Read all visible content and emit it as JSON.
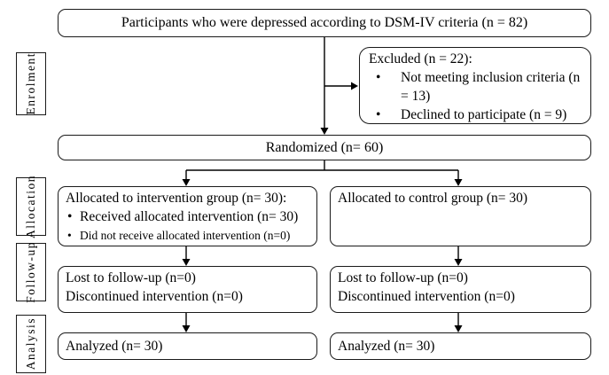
{
  "diagram": {
    "participants_box": "Participants who were depressed according to DSM-IV criteria (n = 82)",
    "excluded": {
      "heading": "Excluded (n = 22):",
      "bullet": "•",
      "items": [
        "Not meeting inclusion criteria (n = 13)",
        "Declined to participate (n = 9)"
      ]
    },
    "randomized_box": "Randomized (n= 60)",
    "stages": {
      "enrolment": "Enrolment",
      "allocation": "Allocation",
      "followup": "Follow-up",
      "analysis": "Analysis"
    },
    "intervention": {
      "title": "Allocated to intervention group (n= 30):",
      "bullet": "•",
      "items": [
        "Received allocated intervention (n= 30)",
        "Did not receive allocated intervention (n=0)"
      ]
    },
    "control": {
      "title": "Allocated to control group (n= 30)"
    },
    "followup_left": {
      "lines": [
        "Lost to follow-up (n=0)",
        "Discontinued intervention (n=0)"
      ]
    },
    "followup_right": {
      "lines": [
        "Lost to follow-up (n=0)",
        "Discontinued intervention (n=0)"
      ]
    },
    "analyzed_left": "Analyzed (n= 30)",
    "analyzed_right": "Analyzed (n= 30)",
    "colors": {
      "border": "#1a1a1a",
      "background": "#ffffff",
      "text": "#000000"
    }
  }
}
